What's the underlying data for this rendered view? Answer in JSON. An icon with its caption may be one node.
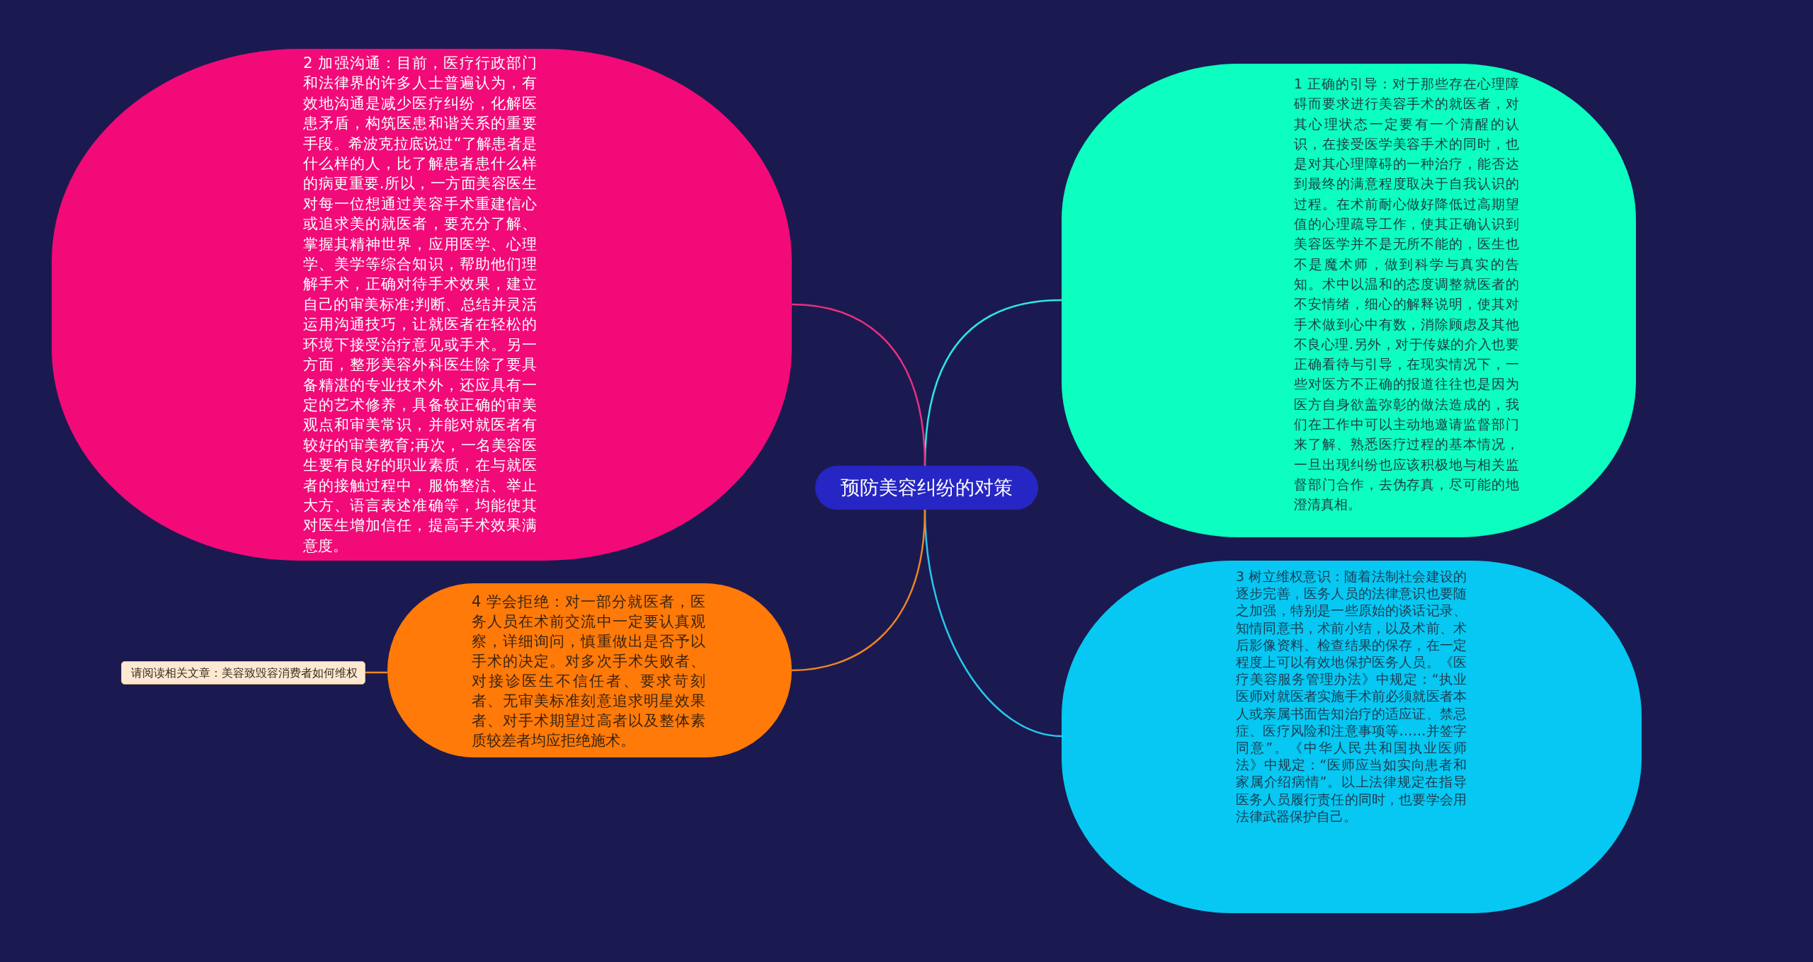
{
  "diagram": {
    "nodes": [
      {
        "text": [
          "预防美容纠纷的对策"
        ]
      },
      {
        "text": [
          "1 正确的引导：对于那些存在心理障碍而要求进行美容手术的就医者，对其心理状态一定要有一个清醒的认识，在接受医学美容手术的同时，也是对其心理障碍的一种治疗，能否达到最终的满意程度取决于自我认识的过程。在术前耐心做好降低过高期望值的心理疏导工作，使其正确认识到美容医学并不是无所不能的，医生也不是魔术师，做到科学与真实的告知。术中以温和的态度调整就医者的不安情绪，细心的解释说明，使其对手术做到心中有数，消除顾虑及其他不良心理.另外，对于传媒的介入也要正确看待与引导，在现实情况下，一些对医方不正确的报道往往也是因为医方自身欲盖弥彰的做法造成的，我们在工作中可以主动地邀请监督部门来了解、熟悉医疗过程的基本情况，一旦出现纠纷也应该积极地与相关监督部门合作，去伪存真，尽可能的地澄清真相。"
        ]
      },
      {
        "text": [
          "2 加强沟通：目前，医疗行政部门和法律界的许多人士普遍认为，有效地沟通是减少医疗纠纷，化解医患矛盾，构筑医患和谐关系的重要手段。希波克拉底说过“了解患者是什么样的人，比了解患者患什么样的病更重要.所以，一方面美容医生对每一位想通过美容手术重建信心或追求美的就医者，要充分了解、掌握其精神世界，应用医学、心理学、美学等综合知识，帮助他们理解手术，正确对待手术效果，建立自己的审美标准;判断、总结并灵活运用沟通技巧，让就医者在轻松的环境下接受治疗意见或手术。另一方面，整形美容外科医生除了要具备精湛的专业技术外，还应具有一定的艺术修养，具备较正确的审美观点和审美常识，并能对就医者有较好的审美教育;再次，一名美容医生要有良好的职业素质，在与就医者的接触过程中，服饰整洁、举止大方、语言表述准确等，均能使其对医生增加信任，提高手术效果满意度。"
        ]
      },
      {
        "text": [
          "3 树立维权意识：随着法制社会建设的逐步完善，医务人员的法律意识也要随之加强，特别是一些原始的谈话记录、知情同意书，术前小结，以及术前、术后影像资料、检查结果的保存，在一定程度上可以有效地保护医务人员。《医疗美容服务管理办法》中规定：“执业医师对就医者实施手术前必须就医者本人或亲属书面告知治疗的适应证、禁忌症、医疗风险和注意事项等……并签字同意”。《中华人民共和国执业医师法》中规定：“医师应当如实向患者和家属介绍病情”。以上法律规定在指导医务人员履行责任的同时，也要学会用法律武器保护自己。"
        ]
      },
      {
        "text": [
          "4 学会拒绝：对一部分就医者，医务人员在术前交流中一定要认真观察，详细询问，慎重做出是否予以手术的决定。对多次手术失败者、对接诊医生不信任者、要求苛刻者、无审美标准刻意追求明星效果者、对手术期望过高者以及整体素质较差者均应拒绝施术。"
        ]
      },
      {
        "text": [
          "请阅读相关文章：美容致毁容消费者如何维权"
        ]
      }
    ],
    "edges": [
      {
        "from": 0,
        "to": 1,
        "arrow": "none",
        "color": "#2ee6e0"
      },
      {
        "from": 0,
        "to": 2,
        "arrow": "none",
        "color": "#e8307e"
      },
      {
        "from": 0,
        "to": 3,
        "arrow": "none",
        "color": "#28c8ee"
      },
      {
        "from": 0,
        "to": 4,
        "arrow": "none",
        "color": "#f08424"
      },
      {
        "from": 4,
        "to": 5,
        "arrow": "none",
        "color": "#f08424"
      }
    ]
  }
}
